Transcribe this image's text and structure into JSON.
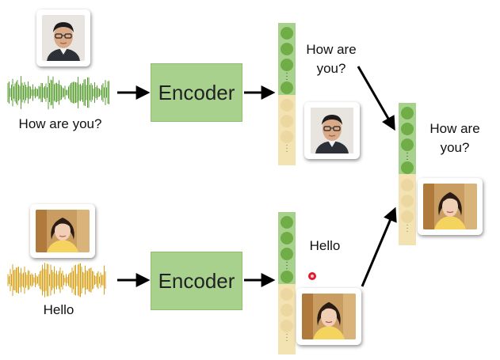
{
  "encoders": [
    {
      "label": "Encoder"
    },
    {
      "label": "Encoder"
    }
  ],
  "inputs": [
    {
      "caption": "How are you?",
      "waveform_color": "#5a9e32",
      "speaker": "male"
    },
    {
      "caption": "Hello",
      "waveform_color": "#d4a017",
      "speaker": "female"
    }
  ],
  "embeddings": [
    {
      "content_label_line1": "How are",
      "content_label_line2": "you?"
    },
    {
      "content_label": "Hello"
    }
  ],
  "output": {
    "label_line1": "How are",
    "label_line2": "you?"
  },
  "colors": {
    "encoder_fill": "#a9d18e",
    "content_vector": "#a9d18e",
    "content_circle": "#70ad47",
    "speaker_vector": "#f3e3b3",
    "speaker_circle": "#ecd7a0",
    "pointer": "#e0001a"
  }
}
